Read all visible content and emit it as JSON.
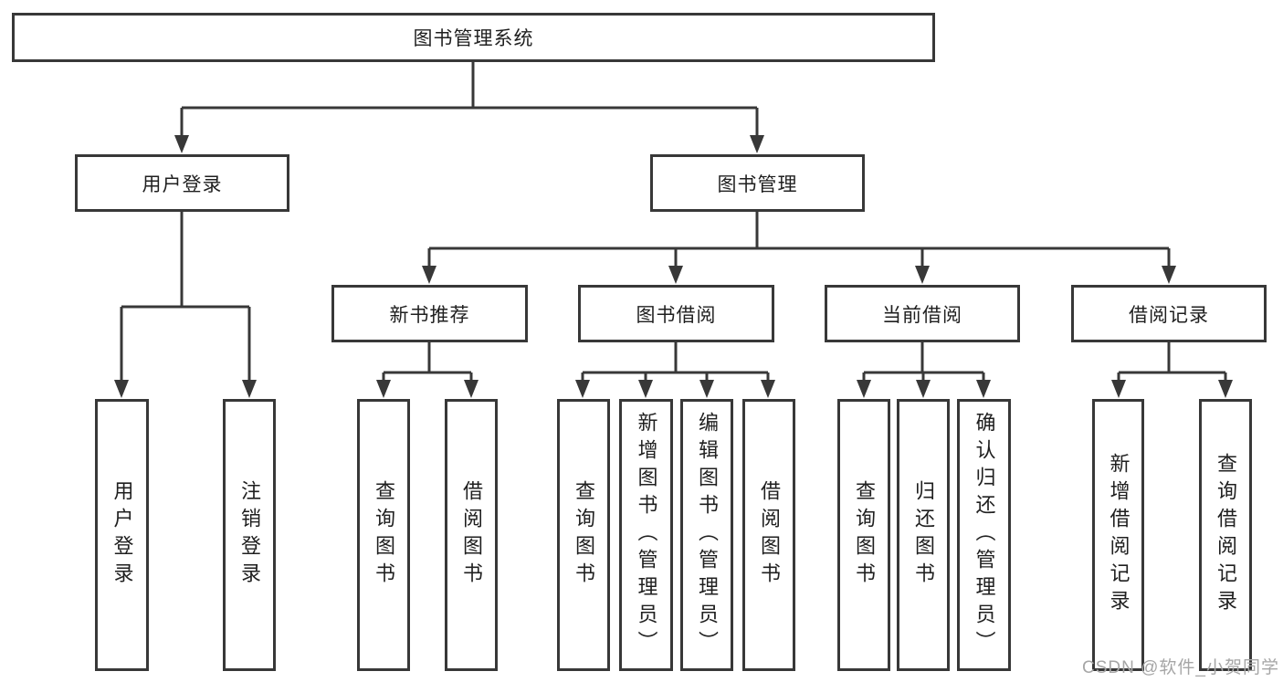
{
  "tree": {
    "root": {
      "label": "图书管理系统"
    },
    "level1": [
      {
        "label": "用户登录",
        "parent": "图书管理系统"
      },
      {
        "label": "图书管理",
        "parent": "图书管理系统"
      }
    ],
    "level2": [
      {
        "label": "新书推荐",
        "parent": "图书管理"
      },
      {
        "label": "图书借阅",
        "parent": "图书管理"
      },
      {
        "label": "当前借阅",
        "parent": "图书管理"
      },
      {
        "label": "借阅记录",
        "parent": "图书管理"
      }
    ],
    "leaves": [
      {
        "label": "用户登录",
        "parent": "用户登录"
      },
      {
        "label": "注销登录",
        "parent": "用户登录"
      },
      {
        "label": "查询图书",
        "parent": "新书推荐"
      },
      {
        "label": "借阅图书",
        "parent": "新书推荐"
      },
      {
        "label": "查询图书",
        "parent": "图书借阅"
      },
      {
        "label": "新增图书（管理员）",
        "parent": "图书借阅"
      },
      {
        "label": "编辑图书（管理员）",
        "parent": "图书借阅"
      },
      {
        "label": "借阅图书",
        "parent": "图书借阅"
      },
      {
        "label": "查询图书",
        "parent": "当前借阅"
      },
      {
        "label": "归还图书",
        "parent": "当前借阅"
      },
      {
        "label": "确认归还（管理员）",
        "parent": "当前借阅"
      },
      {
        "label": "新增借阅记录",
        "parent": "借阅记录"
      },
      {
        "label": "查询借阅记录",
        "parent": "借阅记录"
      }
    ]
  },
  "watermark": "CSDN @软件_小贺同学",
  "colors": {
    "line": "#383838",
    "box_border": "#383838",
    "text": "#1f1f1f",
    "background": "#ffffff",
    "watermark": "#a6a6a6"
  }
}
